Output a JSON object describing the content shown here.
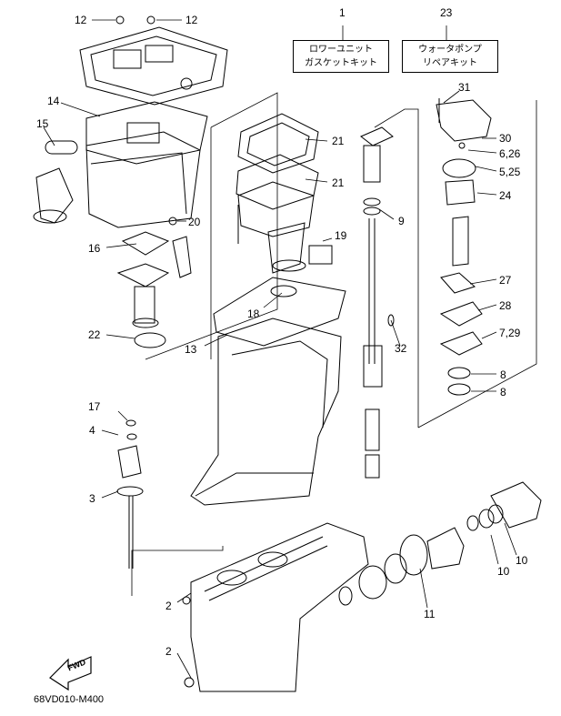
{
  "kits": {
    "lower_unit_gasket_kit": {
      "number": "1",
      "line1": "ロワーユニット",
      "line2": "ガスケットキット"
    },
    "water_pump_repair_kit": {
      "number": "23",
      "line1": "ウォータポンプ",
      "line2": "リペアキット"
    }
  },
  "callouts": [
    {
      "id": "12a",
      "label": "12"
    },
    {
      "id": "12b",
      "label": "12"
    },
    {
      "id": "14",
      "label": "14"
    },
    {
      "id": "15",
      "label": "15"
    },
    {
      "id": "20",
      "label": "20"
    },
    {
      "id": "16",
      "label": "16"
    },
    {
      "id": "22",
      "label": "22"
    },
    {
      "id": "21a",
      "label": "21"
    },
    {
      "id": "21b",
      "label": "21"
    },
    {
      "id": "19",
      "label": "19"
    },
    {
      "id": "18",
      "label": "18"
    },
    {
      "id": "13",
      "label": "13"
    },
    {
      "id": "9",
      "label": "9"
    },
    {
      "id": "32",
      "label": "32"
    },
    {
      "id": "31",
      "label": "31"
    },
    {
      "id": "30",
      "label": "30"
    },
    {
      "id": "6_26",
      "label": "6,26"
    },
    {
      "id": "5_25",
      "label": "5,25"
    },
    {
      "id": "24",
      "label": "24"
    },
    {
      "id": "27",
      "label": "27"
    },
    {
      "id": "28",
      "label": "28"
    },
    {
      "id": "7_29",
      "label": "7,29"
    },
    {
      "id": "8a",
      "label": "8"
    },
    {
      "id": "8b",
      "label": "8"
    },
    {
      "id": "17",
      "label": "17"
    },
    {
      "id": "4",
      "label": "4"
    },
    {
      "id": "3",
      "label": "3"
    },
    {
      "id": "2a",
      "label": "2"
    },
    {
      "id": "2b",
      "label": "2"
    },
    {
      "id": "11",
      "label": "11"
    },
    {
      "id": "10a",
      "label": "10"
    },
    {
      "id": "10b",
      "label": "10"
    }
  ],
  "fwd_label": "FWD",
  "drawing_code": "68VD010-M400"
}
